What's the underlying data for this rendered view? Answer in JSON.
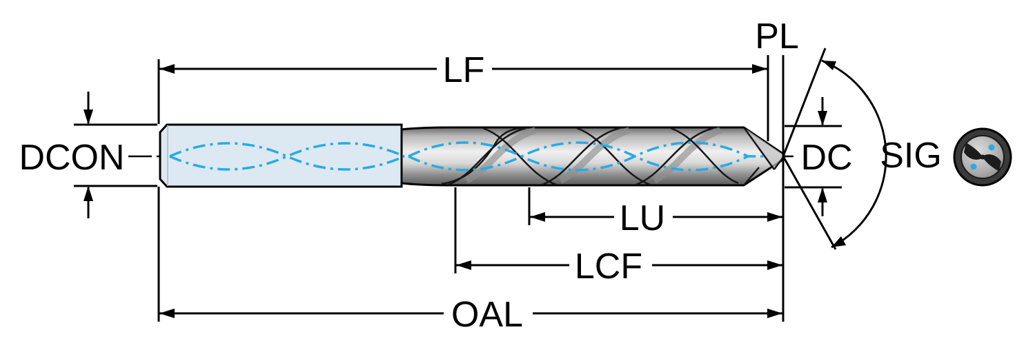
{
  "labels": {
    "lf": "LF",
    "pl": "PL",
    "dcon": "DCON",
    "dc": "DC",
    "sig": "SIG",
    "lu": "LU",
    "lcf": "LCF",
    "oal": "OAL"
  },
  "colors": {
    "coolant": "#29abe2",
    "shank": "#dde9f2",
    "outline": "#000000",
    "background": "#ffffff"
  }
}
